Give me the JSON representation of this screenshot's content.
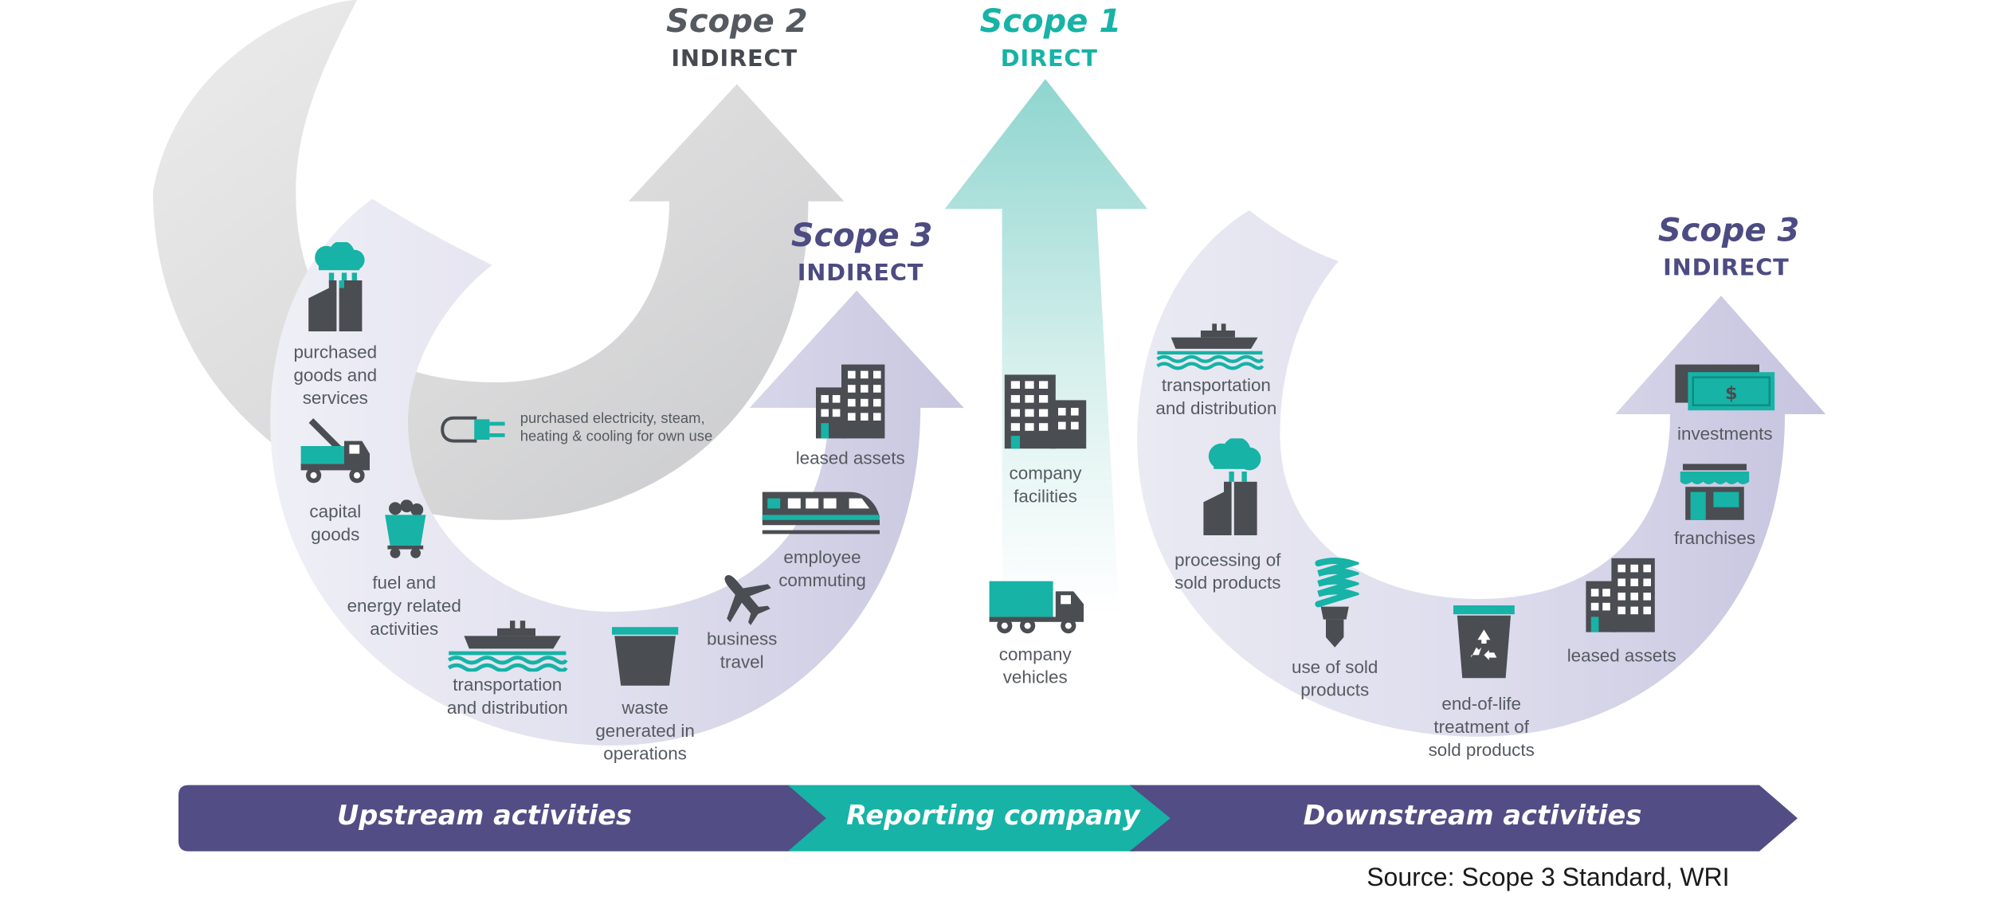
{
  "headers": {
    "scope2": {
      "title": "Scope 2",
      "subtitle": "INDIRECT"
    },
    "scope1": {
      "title": "Scope 1",
      "subtitle": "DIRECT"
    },
    "scope3_upstream": {
      "title": "Scope 3",
      "subtitle": "INDIRECT"
    },
    "scope3_downstream": {
      "title": "Scope 3",
      "subtitle": "INDIRECT"
    }
  },
  "upstream_items": [
    {
      "label": "purchased\ngoods and\nservices",
      "icon": "factory-icon"
    },
    {
      "label": "capital\ngoods",
      "icon": "tow-truck-icon"
    },
    {
      "label": "fuel and\nenergy related\nactivities",
      "icon": "coal-cart-icon"
    },
    {
      "label": "transportation\nand distribution",
      "icon": "ship-icon"
    },
    {
      "label": "waste\ngenerated in\noperations",
      "icon": "waste-bin-icon"
    },
    {
      "label": "business\ntravel",
      "icon": "airplane-icon"
    },
    {
      "label": "employee\ncommuting",
      "icon": "train-icon"
    },
    {
      "label": "leased assets",
      "icon": "building-icon"
    }
  ],
  "scope2_item": {
    "label": "purchased electricity, steam,\nheating & cooling for own use",
    "icon": "plug-icon"
  },
  "scope1_items": [
    {
      "label": "company\nfacilities",
      "icon": "building-icon"
    },
    {
      "label": "company\nvehicles",
      "icon": "truck-icon"
    }
  ],
  "downstream_items": [
    {
      "label": "transportation\nand distribution",
      "icon": "ship-icon"
    },
    {
      "label": "processing of\nsold products",
      "icon": "factory-icon"
    },
    {
      "label": "use of sold\nproducts",
      "icon": "light-bulb-icon"
    },
    {
      "label": "end-of-life\ntreatment of\nsold products",
      "icon": "recycling-bin-icon"
    },
    {
      "label": "leased assets",
      "icon": "building-icon"
    },
    {
      "label": "franchises",
      "icon": "storefront-icon"
    },
    {
      "label": "investments",
      "icon": "money-icon"
    }
  ],
  "bottom_band": {
    "upstream": "Upstream activities",
    "reporting": "Reporting company",
    "downstream": "Downstream activities"
  },
  "source": "Source: Scope 3 Standard, WRI",
  "colors": {
    "teal": "#16b3a6",
    "purple": "#4c4b82",
    "band_purple": "#524d85",
    "grey_arrow": "#cfd0d2",
    "icon_dark": "#4a4d51",
    "text": "#555a60"
  }
}
